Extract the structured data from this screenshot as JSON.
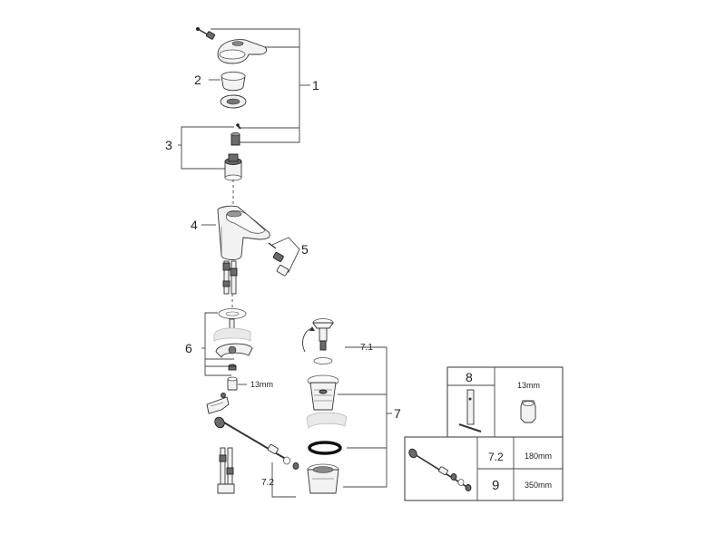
{
  "callouts": {
    "c1": "1",
    "c2": "2",
    "c3": "3",
    "c4": "4",
    "c5": "5",
    "c6": "6",
    "c7": "7",
    "c71": "7.1",
    "c72": "7.2"
  },
  "dims": {
    "nut_size": "13mm"
  },
  "accessory_box": {
    "label": "8",
    "tool_size": "13mm"
  },
  "rod_table": {
    "rows": [
      {
        "part": "7.2",
        "length": "180mm"
      },
      {
        "part": "9",
        "length": "350mm"
      }
    ]
  }
}
